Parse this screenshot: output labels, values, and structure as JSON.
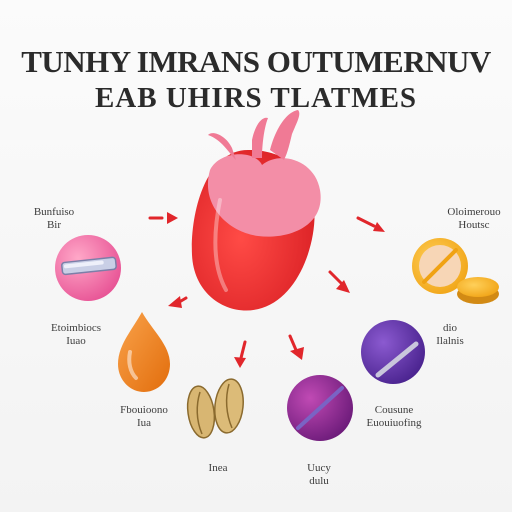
{
  "title": {
    "line1": "TUNHY IMRANS OUTUMERNUV",
    "line2": "EAB UHIRS TLATMES"
  },
  "labels": [
    {
      "id": "top-left",
      "line1": "Bunfuiso",
      "line2": "Bir"
    },
    {
      "id": "mid-left",
      "line1": "Etoimbiocs",
      "line2": "Iuao"
    },
    {
      "id": "bottom-left",
      "line1": "Fbouioono",
      "line2": "Iua"
    },
    {
      "id": "bottom-center-left",
      "line1": "Inea",
      "line2": ""
    },
    {
      "id": "bottom-center-right",
      "line1": "Uucy",
      "line2": "dulu"
    },
    {
      "id": "bottom-right",
      "line1": "Cousune",
      "line2": "Euouiuofing"
    },
    {
      "id": "mid-right",
      "line1": "dio",
      "line2": "Ilalnis"
    },
    {
      "id": "top-right",
      "line1": "Oloimerouo",
      "line2": "Houtsc"
    }
  ],
  "colors": {
    "heart_red": "#ee2b2b",
    "heart_pink": "#f28fa8",
    "arrow_red": "#e1262b",
    "pink_pill": "#f06fa6",
    "orange_drop": "#f2861e",
    "seeds": "#d8b672",
    "violet_pill": "#a12f98",
    "purple_pill": "#6c3cb5",
    "yellow_pill": "#f6b829"
  },
  "icons": [
    "heart-icon",
    "pink-pill-icon",
    "orange-drop-icon",
    "seeds-icon",
    "violet-pill-icon",
    "purple-pill-icon",
    "yellow-pill-icon"
  ]
}
